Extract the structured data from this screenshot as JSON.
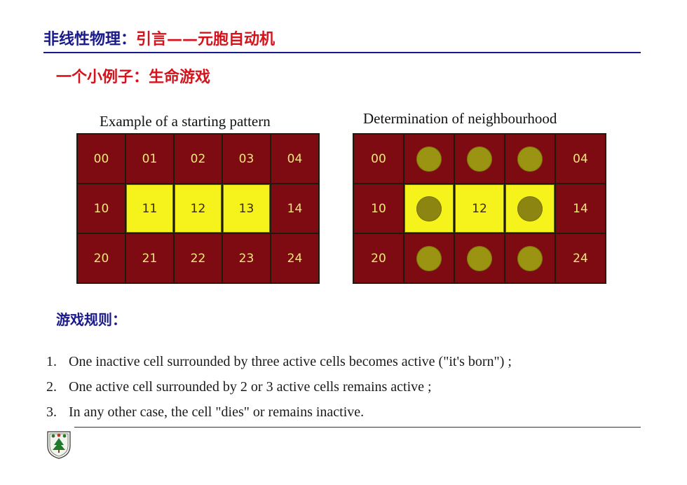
{
  "header": {
    "title_prefix": "非线性物理：",
    "title_rest": "引言——元胞自动机"
  },
  "subtitle": "一个小例子：生命游戏",
  "left_grid": {
    "caption": "Example of a starting pattern",
    "rows": [
      [
        {
          "label": "00",
          "active": false
        },
        {
          "label": "01",
          "active": false
        },
        {
          "label": "02",
          "active": false
        },
        {
          "label": "03",
          "active": false
        },
        {
          "label": "04",
          "active": false
        }
      ],
      [
        {
          "label": "10",
          "active": false
        },
        {
          "label": "11",
          "active": true
        },
        {
          "label": "12",
          "active": true
        },
        {
          "label": "13",
          "active": true
        },
        {
          "label": "14",
          "active": false
        }
      ],
      [
        {
          "label": "20",
          "active": false
        },
        {
          "label": "21",
          "active": false
        },
        {
          "label": "22",
          "active": false
        },
        {
          "label": "23",
          "active": false
        },
        {
          "label": "24",
          "active": false
        }
      ]
    ]
  },
  "right_grid": {
    "caption": "Determination of neighbourhood",
    "rows": [
      [
        {
          "label": "00",
          "active": false,
          "dot": false
        },
        {
          "label": "",
          "active": false,
          "dot": true
        },
        {
          "label": "",
          "active": false,
          "dot": true
        },
        {
          "label": "",
          "active": false,
          "dot": true
        },
        {
          "label": "04",
          "active": false,
          "dot": false
        }
      ],
      [
        {
          "label": "10",
          "active": false,
          "dot": false
        },
        {
          "label": "",
          "active": true,
          "dot": true
        },
        {
          "label": "12",
          "active": true,
          "dot": false
        },
        {
          "label": "",
          "active": true,
          "dot": true
        },
        {
          "label": "14",
          "active": false,
          "dot": false
        }
      ],
      [
        {
          "label": "20",
          "active": false,
          "dot": false
        },
        {
          "label": "",
          "active": false,
          "dot": true
        },
        {
          "label": "",
          "active": false,
          "dot": true
        },
        {
          "label": "",
          "active": false,
          "dot": true
        },
        {
          "label": "24",
          "active": false,
          "dot": false
        }
      ]
    ]
  },
  "rules": {
    "title": "游戏规则：",
    "items": [
      {
        "num": "1.",
        "text": "One inactive cell surrounded by three active cells becomes active (\"it's born\") ;"
      },
      {
        "num": "2.",
        "text": "One active cell surrounded by 2 or 3 active cells remains active ;"
      },
      {
        "num": "3.",
        "text": "In any other case, the cell \"dies\" or remains inactive."
      }
    ]
  },
  "colors": {
    "title_blue": "#1a1a8c",
    "accent_red": "#d4141c",
    "cell_inactive": "#7e0a12",
    "cell_active": "#f6f21c",
    "dot": "#9b9412"
  },
  "logo_icon": "university-emblem-icon"
}
